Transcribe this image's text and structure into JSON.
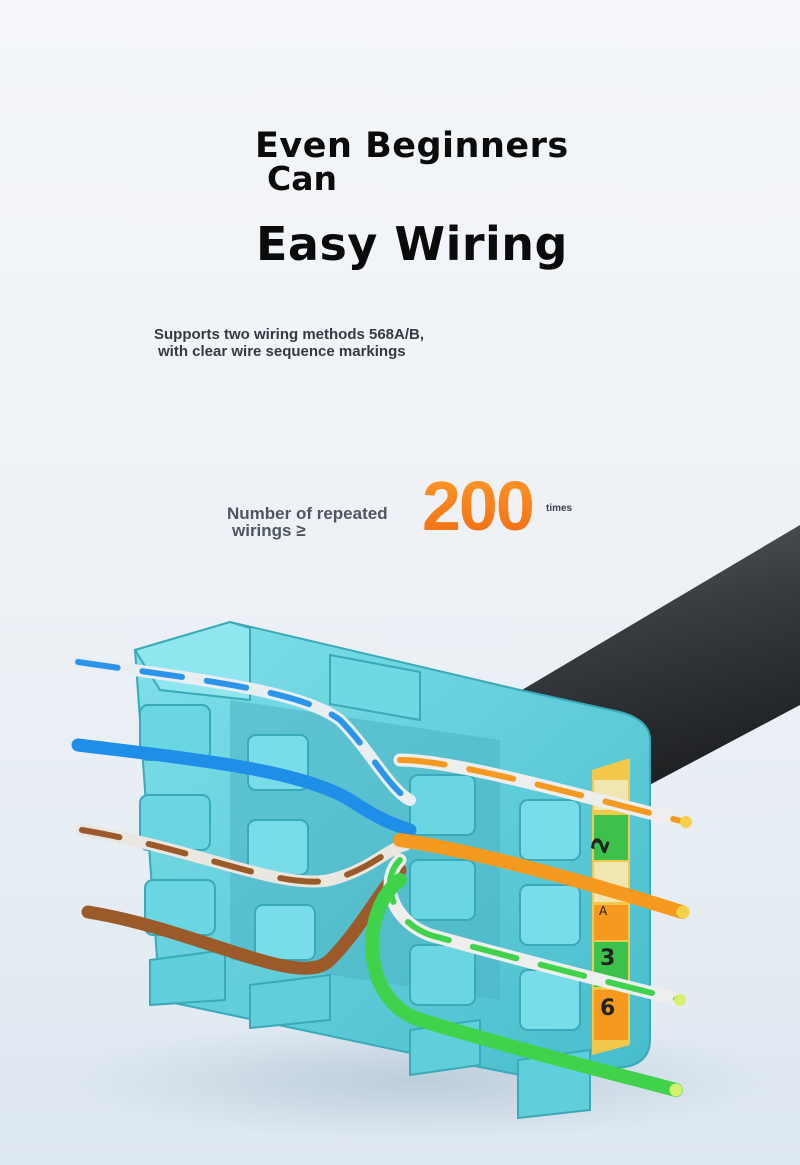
{
  "headline": {
    "line1": "Even Beginners",
    "line2": "Can",
    "line3": "Easy Wiring"
  },
  "subtitle": {
    "line1": "Supports two wiring methods 568A/B,",
    "line2": "with clear wire sequence markings"
  },
  "repeat": {
    "label_line1": "Number of repeated",
    "label_line2": "wirings ≥",
    "value": "200",
    "unit": "times"
  },
  "colors": {
    "accent_orange": "#f07a18",
    "connector_teal": "#5fcfdc",
    "cable_gray": "#3a3d40",
    "wire_blue": "#1e8ee8",
    "wire_orange": "#f59a1e",
    "wire_green": "#3fd24a",
    "wire_brown": "#9a5a2a"
  },
  "image": {
    "subject": "keystone-connector-with-ethernet-cable",
    "markings": [
      "2",
      "A",
      "3",
      "6"
    ]
  }
}
